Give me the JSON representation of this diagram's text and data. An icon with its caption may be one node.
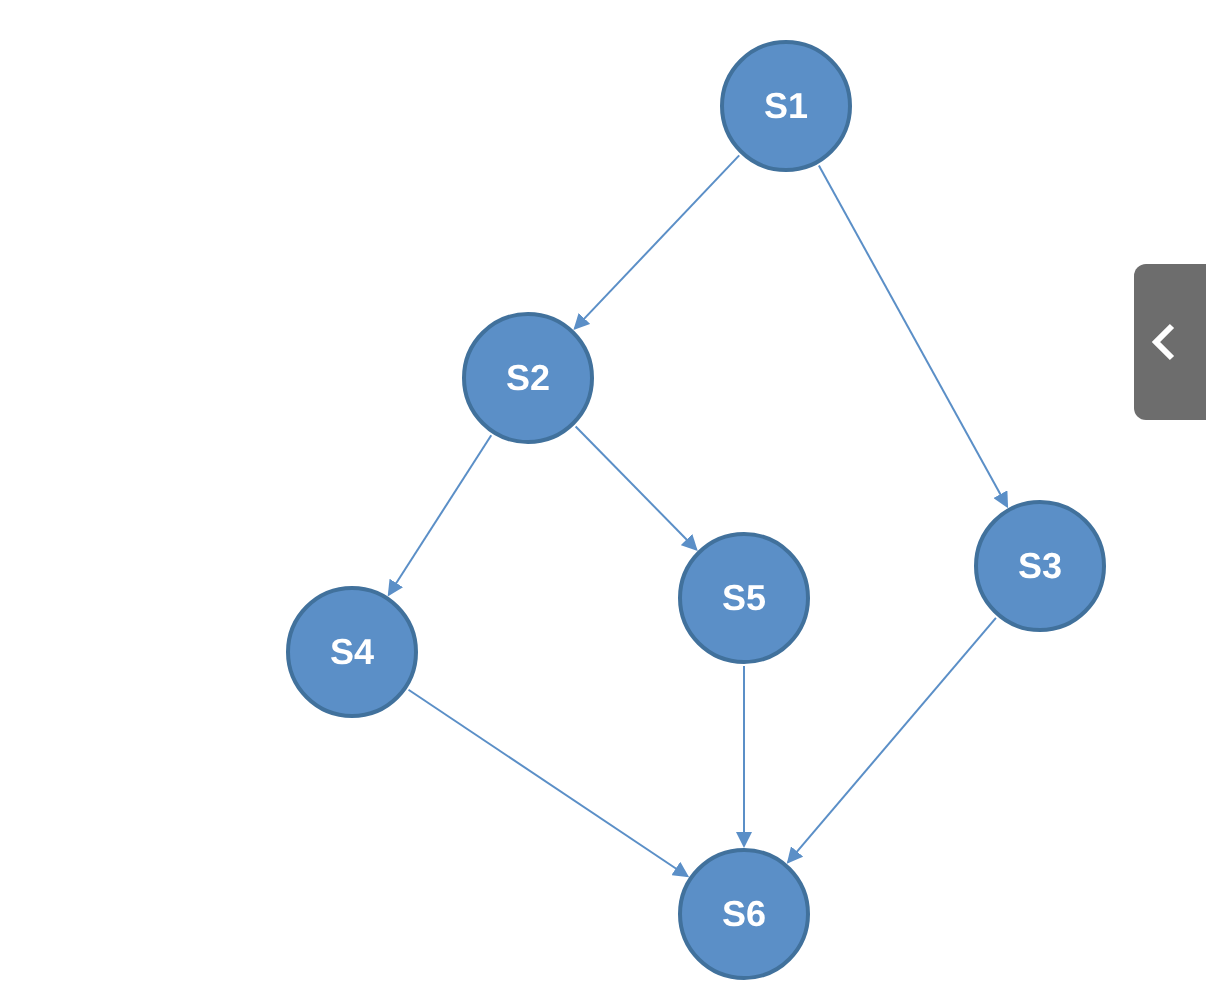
{
  "diagram": {
    "nodes": [
      {
        "text": [
          "S1"
        ]
      },
      {
        "text": [
          "S2"
        ]
      },
      {
        "text": [
          "S3"
        ]
      },
      {
        "text": [
          "S5"
        ]
      },
      {
        "text": [
          "S4"
        ]
      },
      {
        "text": [
          "S6"
        ]
      }
    ],
    "edges": [
      {
        "from": 0,
        "to": 1,
        "arrow": "to"
      },
      {
        "from": 0,
        "to": 2,
        "arrow": "to"
      },
      {
        "from": 1,
        "to": 4,
        "arrow": "to"
      },
      {
        "from": 1,
        "to": 3,
        "arrow": "to"
      },
      {
        "from": 4,
        "to": 5,
        "arrow": "to"
      },
      {
        "from": 3,
        "to": 5,
        "arrow": "to"
      },
      {
        "from": 2,
        "to": 5,
        "arrow": "to"
      }
    ]
  }
}
